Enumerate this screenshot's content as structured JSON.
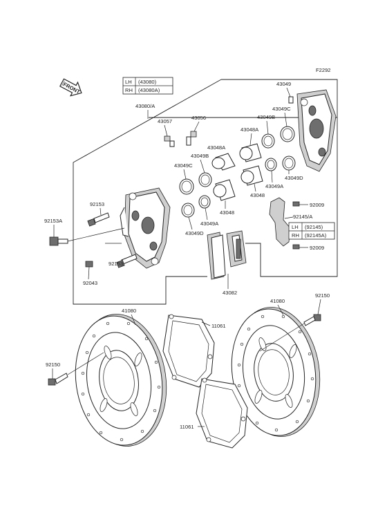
{
  "figure_code": "F2292",
  "front_label": "FRONT",
  "caliper_table": [
    {
      "side": "LH",
      "part": "(43080)"
    },
    {
      "side": "RH",
      "part": "(43080A)"
    }
  ],
  "bracket_table": [
    {
      "side": "LH",
      "part": "(92145)"
    },
    {
      "side": "RH",
      "part": "(92145A)"
    }
  ],
  "labels": {
    "caliper_assy": "43080/A",
    "bleeder_cap": "43057",
    "bleeder_valve": "43056",
    "seal_b": "43049B",
    "piston_a": "43048A",
    "seal_c": "43049C",
    "piston": "43048",
    "seal_a": "43049A",
    "seal_d": "43049D",
    "bolt_top": "92153",
    "bolt_side": "92153A",
    "plug": "92043",
    "bolt_bottom": "92153",
    "pad_set": "43082",
    "r_seal": "43049",
    "r_seal_c": "43049C",
    "r_seal_b": "43049B",
    "r_piston_a": "43048A",
    "r_seal_a": "43049A",
    "r_seal_d": "43049D",
    "r_piston": "43048",
    "screw_top": "92009",
    "bracket": "92145/A",
    "screw_bottom": "92009",
    "disc_left": "41080",
    "disc_right": "41080",
    "bolt_left": "92150",
    "bolt_right": "92150",
    "spacer_upper": "11061",
    "spacer_lower": "11061"
  }
}
